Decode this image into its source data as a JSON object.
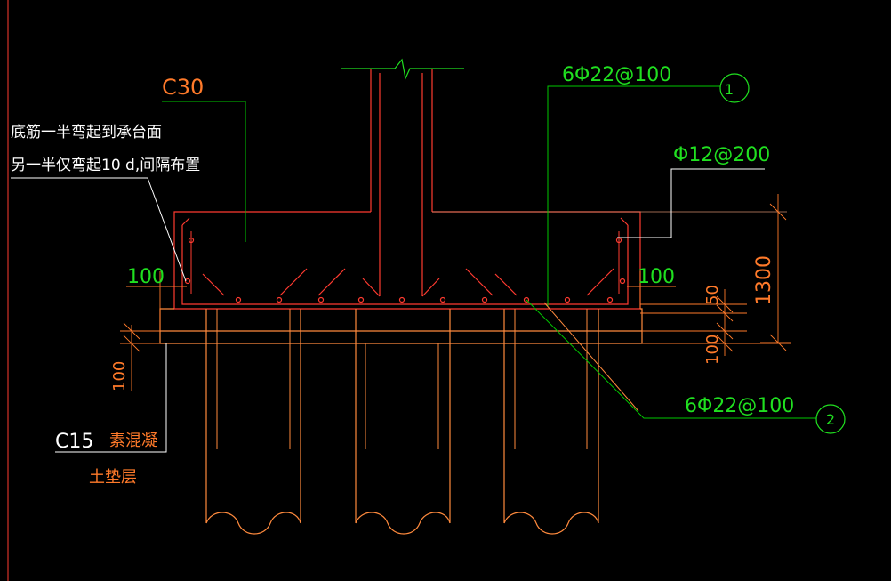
{
  "colors": {
    "background": "#000000",
    "structure": "#ff3b30",
    "pile": "#ff8a3d",
    "leader_green": "#00c800",
    "label_green": "#20e020",
    "note_white": "#ffffff",
    "dim_orange": "#ff7a2a",
    "extension": "#d28a6a"
  },
  "labels": {
    "concrete_grade": "C30",
    "note_line1": "底筋一半弯起到承台面",
    "note_line2": "另一半仅弯起10 d,间隔布置",
    "rebar_top": "6Φ22@100",
    "rebar_side": "Φ12@200",
    "rebar_bottom": "6Φ22@100",
    "callout_1": "1",
    "callout_2": "2",
    "cushion_grade": "C15",
    "cushion_name_1": "素混凝",
    "cushion_name_2": "土垫层"
  },
  "dimensions": {
    "left_offset": "100",
    "right_offset": "100",
    "height_total": "1300",
    "cover": "50",
    "cushion_thickness_right": "100",
    "cushion_thickness_left": "100"
  }
}
